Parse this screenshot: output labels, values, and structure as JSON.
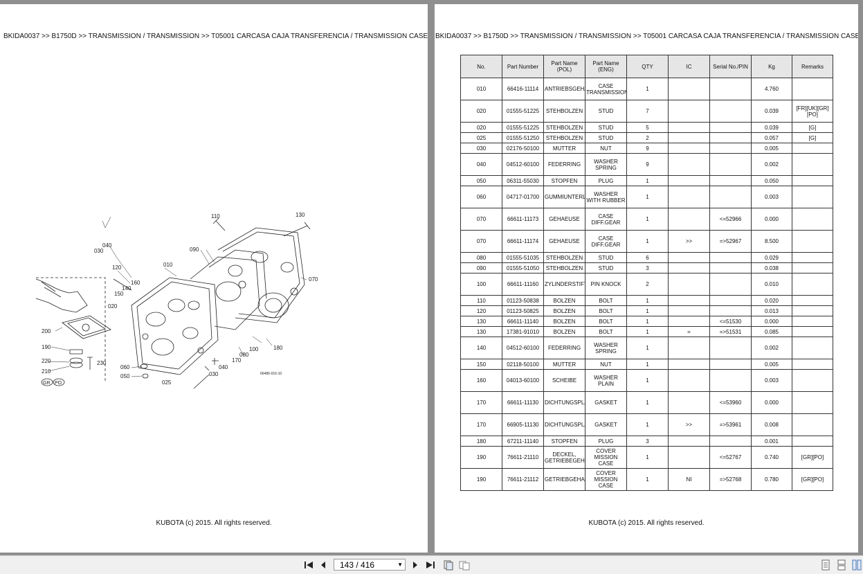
{
  "left_page": {
    "header": "BKIDA0037 >> B1750D >> TRANSMISSION / TRANSMISSION >> T05001   CARCASA CAJA TRANSFERENCIA / TRANSMISSION CASE",
    "footer": "KUBOTA (c) 2015. All rights reserved.",
    "diagram": {
      "callouts": [
        "110",
        "130",
        "040",
        "030",
        "090",
        "120",
        "010",
        "070",
        "160",
        "140",
        "150",
        "020",
        "200",
        "190",
        "220",
        "230",
        "210",
        "060",
        "050",
        "025",
        "030",
        "040",
        "170",
        "080",
        "100",
        "180"
      ],
      "marker_left": "GR",
      "marker_right": "PO",
      "ref_code": "66486-016-10"
    }
  },
  "right_page": {
    "header": "BKIDA0037 >> B1750D >> TRANSMISSION / TRANSMISSION >> T05001   CARCASA CAJA TRANSFERENCIA / TRANSMISSION CASE",
    "footer": "KUBOTA (c) 2015. All rights reserved.",
    "columns": [
      "No.",
      "Part Number",
      "Part Name (POL)",
      "Part Name (ENG)",
      "QTY",
      "IC",
      "Serial No./PIN",
      "Kg",
      "Remarks"
    ],
    "rows": [
      [
        "010",
        "66416-11114",
        "ANTRIEBSGEHAEUSE",
        "CASE TRANSMISSION",
        "1",
        "",
        "",
        "4.760",
        ""
      ],
      [
        "020",
        "01555-51225",
        "STEHBOLZEN",
        "STUD",
        "7",
        "",
        "",
        "0.039",
        "[FR][UK][GR][PO]"
      ],
      [
        "020",
        "01555-51225",
        "STEHBOLZEN",
        "STUD",
        "5",
        "",
        "",
        "0.039",
        "[G]"
      ],
      [
        "025",
        "01555-51250",
        "STEHBOLZEN",
        "STUD",
        "2",
        "",
        "",
        "0.057",
        "[G]"
      ],
      [
        "030",
        "02176-50100",
        "MUTTER",
        "NUT",
        "9",
        "",
        "",
        "0.005",
        ""
      ],
      [
        "040",
        "04512-60100",
        "FEDERRING",
        "WASHER SPRING",
        "9",
        "",
        "",
        "0.002",
        ""
      ],
      [
        "050",
        "06311-55030",
        "STOPFEN",
        "PLUG",
        "1",
        "",
        "",
        "0.050",
        ""
      ],
      [
        "060",
        "04717-01700",
        "GUMMIUNTERLAGE",
        "WASHER WITH RUBBER",
        "1",
        "",
        "",
        "0.003",
        ""
      ],
      [
        "070",
        "66611-11173",
        "GEHAEUSE",
        "CASE DIFF.GEAR",
        "1",
        "",
        "<=52966",
        "0.000",
        ""
      ],
      [
        "070",
        "66611-11174",
        "GEHAEUSE",
        "CASE DIFF.GEAR",
        "1",
        ">>",
        "=>52967",
        "8.500",
        ""
      ],
      [
        "080",
        "01555-51035",
        "STEHBOLZEN",
        "STUD",
        "6",
        "",
        "",
        "0.029",
        ""
      ],
      [
        "090",
        "01555-51050",
        "STEHBOLZEN",
        "STUD",
        "3",
        "",
        "",
        "0.038",
        ""
      ],
      [
        "100",
        "66611-11160",
        "ZYLINDERSTIFT",
        "PIN KNOCK",
        "2",
        "",
        "",
        "0.010",
        ""
      ],
      [
        "110",
        "01123-50838",
        "BOLZEN",
        "BOLT",
        "1",
        "",
        "",
        "0.020",
        ""
      ],
      [
        "120",
        "01123-50825",
        "BOLZEN",
        "BOLT",
        "1",
        "",
        "",
        "0.013",
        ""
      ],
      [
        "130",
        "66611-11140",
        "BOLZEN",
        "BOLT",
        "1",
        "",
        "<=51530",
        "0.000",
        ""
      ],
      [
        "130",
        "17381-91010",
        "BOLZEN",
        "BOLT",
        "1",
        "=",
        "=>51531",
        "0.085",
        ""
      ],
      [
        "140",
        "04512-60100",
        "FEDERRING",
        "WASHER SPRING",
        "1",
        "",
        "",
        "0.002",
        ""
      ],
      [
        "150",
        "02118-50100",
        "MUTTER",
        "NUT",
        "1",
        "",
        "",
        "0.005",
        ""
      ],
      [
        "160",
        "04013-60100",
        "SCHEIBE",
        "WASHER PLAIN",
        "1",
        "",
        "",
        "0.003",
        ""
      ],
      [
        "170",
        "66611-11130",
        "DICHTUNGSPLATTE",
        "GASKET",
        "1",
        "",
        "<=53960",
        "0.000",
        ""
      ],
      [
        "170",
        "66905-11130",
        "DICHTUNGSPLATTE",
        "GASKET",
        "1",
        ">>",
        "=>53961",
        "0.008",
        ""
      ],
      [
        "180",
        "67211-11140",
        "STOPFEN",
        "PLUG",
        "3",
        "",
        "",
        "0.001",
        ""
      ],
      [
        "190",
        "76611-21110",
        "DECKEL, GETRIEBEGEHAEUSE",
        "COVER MISSION CASE",
        "1",
        "",
        "<=52767",
        "0.740",
        "[GR][PO]"
      ],
      [
        "190",
        "76611-21112",
        "GETRIEBGEHAEUSEDECKE",
        "COVER MISSION CASE",
        "1",
        "NI",
        "=>52768",
        "0.780",
        "[GR][PO]"
      ]
    ]
  },
  "toolbar": {
    "page_indicator": "143 / 416",
    "icons": [
      "first-page-icon",
      "prev-page-icon",
      "next-page-icon",
      "last-page-icon",
      "single-page-view-icon",
      "two-page-view-icon",
      "continuous-view-icon",
      "book-view-icon",
      "facing-view-icon"
    ]
  }
}
